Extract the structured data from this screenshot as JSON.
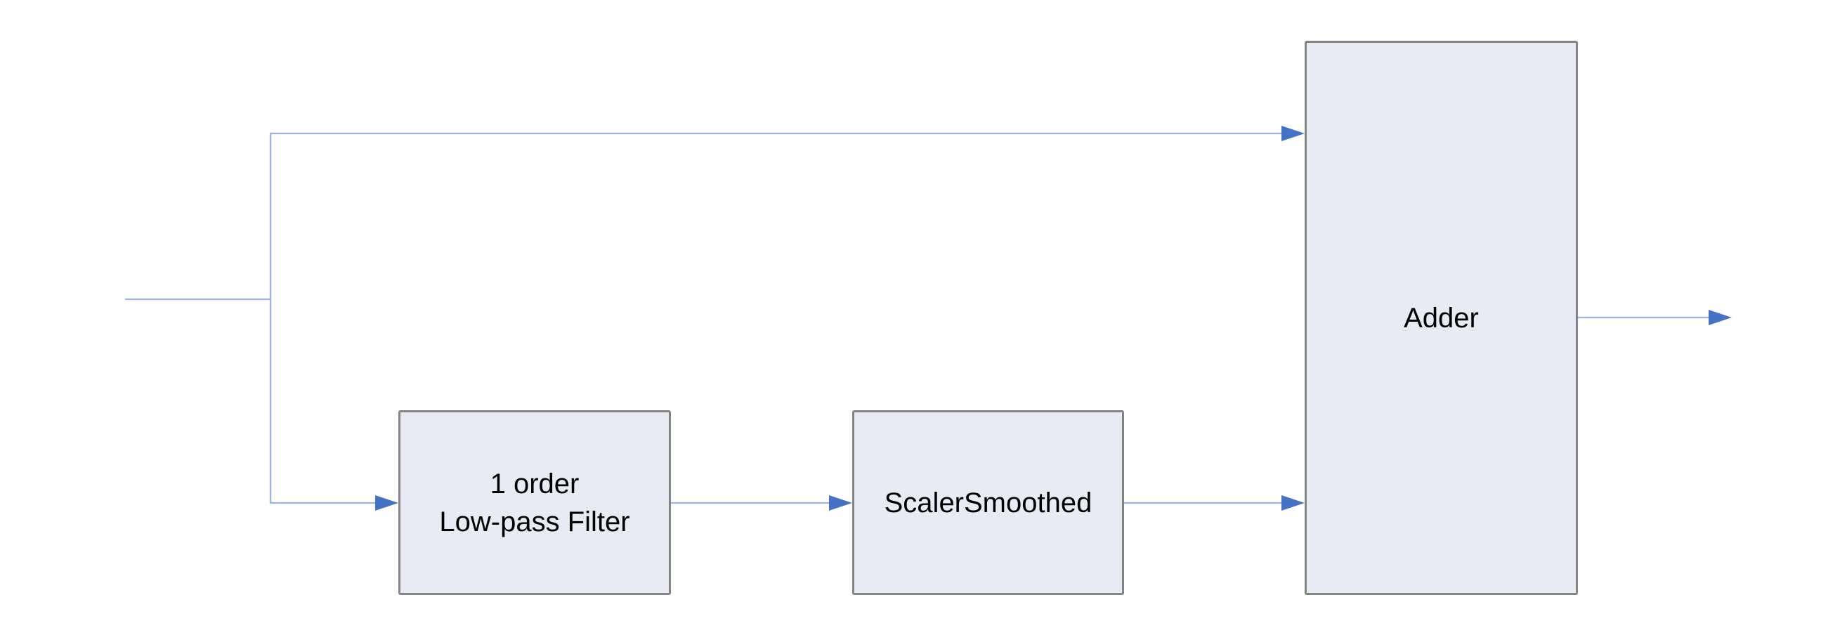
{
  "diagram": {
    "type": "signal-flow-block-diagram",
    "nodes": [
      {
        "id": "lowpass",
        "label_lines": [
          "1 order",
          "Low-pass Filter"
        ]
      },
      {
        "id": "scaler",
        "label_lines": [
          "ScalerSmoothed"
        ]
      },
      {
        "id": "adder",
        "label_lines": [
          "Adder"
        ]
      }
    ],
    "edges": [
      {
        "from": "input",
        "to": "adder",
        "route": "branch-up-then-right",
        "arrowhead": true
      },
      {
        "from": "input",
        "to": "lowpass",
        "route": "branch-down-then-right",
        "arrowhead": true
      },
      {
        "from": "lowpass",
        "to": "scaler",
        "route": "straight",
        "arrowhead": true
      },
      {
        "from": "scaler",
        "to": "adder",
        "route": "straight",
        "arrowhead": true
      },
      {
        "from": "adder",
        "to": "output",
        "route": "straight",
        "arrowhead": true
      }
    ]
  },
  "palette": {
    "background": "#FFFFFF",
    "node_fill": "#E8EBF4",
    "node_border": "#848484",
    "connector": "#9FB2DB",
    "arrowhead": "#4472C4",
    "text_color": "#000000"
  }
}
